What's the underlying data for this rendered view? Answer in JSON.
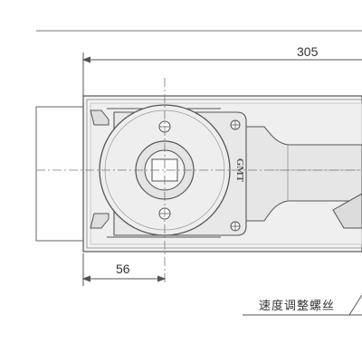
{
  "dimensions": {
    "overall_length": "305",
    "pivot_offset": "56"
  },
  "brand_mark": "GMT",
  "callout": {
    "label": "速度调整螺丝"
  },
  "colors": {
    "line": "#555555",
    "housing_fill": "#f1f1f1",
    "plate_fill": "#e3e3e3",
    "centerline": "#888888",
    "text": "#333333"
  }
}
